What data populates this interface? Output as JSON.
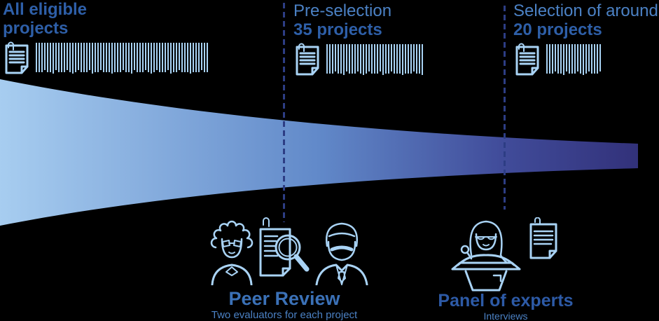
{
  "palette": {
    "background": "#000000",
    "title_bold": "#2e5fa8",
    "title_light": "#4b81c4",
    "icon_blue": "#a9d3f5",
    "dash": "#2d3d84",
    "peer_title": "#3b71b7",
    "panel_title": "#2d5aa6",
    "subtitle": "#4b81c4",
    "funnel_0": "#a7cdf0",
    "funnel_1": "#6189c9",
    "funnel_2": "#414d9b",
    "funnel_3": "#32317a"
  },
  "stages": [
    {
      "title_line1": "All eligible",
      "title_line2": "projects",
      "page_count": 62,
      "icon": "document-stack-icon"
    },
    {
      "title_line1": "Pre-selection",
      "title_line2": "35 projects",
      "page_count": 35,
      "icon": "document-stack-icon"
    },
    {
      "title_line1": "Selection of around",
      "title_line2": "20 projects",
      "page_count": 20,
      "icon": "document-stack-icon"
    }
  ],
  "steps": [
    {
      "title": "Peer Review",
      "subtitle": "Two evaluators for each project",
      "icons": [
        "female-evaluator-icon",
        "document-magnifier-icon",
        "male-evaluator-icon"
      ]
    },
    {
      "title": "Panel of experts",
      "subtitle": "Interviews",
      "icons": [
        "expert-at-podium-icon",
        "document-icon"
      ]
    }
  ]
}
